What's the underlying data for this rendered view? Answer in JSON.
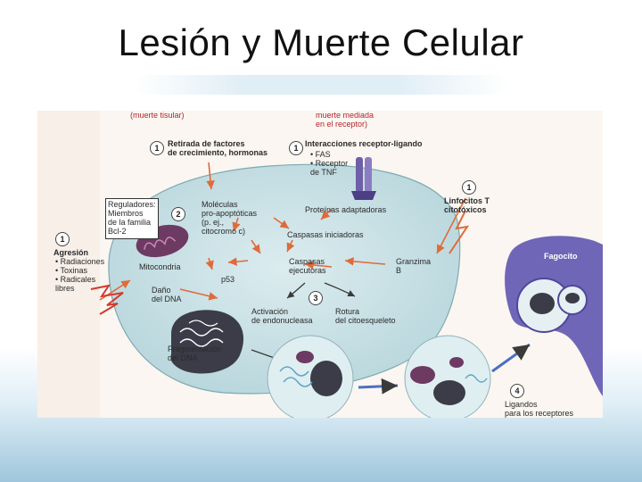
{
  "slide": {
    "title": "Lesión y Muerte Celular"
  },
  "diagram": {
    "top_left_header": "(muerte tisular)",
    "top_right_header": "muerte mediada\nen el receptor)",
    "step1_withdrawal": "Retirada de factores\nde crecimiento, hormonas",
    "step1_receptor_title": "Interacciones receptor-ligando",
    "step1_receptor_items": "• FAS\n• Receptor\n   de TNF",
    "step1_lymphocytes": "Linfocitos T\ncitotóxicos",
    "regulators": "Reguladores:\nMiembros\nde la familia\nBcl-2",
    "proapoptotic": "Moléculas\npro-apoptóticas\n(p. ej.,\ncitocromo c)",
    "adapter_proteins": "Proteínas adaptadoras",
    "initiator_caspases": "Caspasas iniciadoras",
    "mitochondria": "Mitocondria",
    "aggression_title": "Agresión",
    "aggression_items": "• Radiaciones\n• Toxinas\n• Radicales\n   libres",
    "dna_damage": "Daño\ndel DNA",
    "p53": "p53",
    "executor_caspases": "Caspasas\nejecutoras",
    "granzyme": "Granzima\nB",
    "endonuclease": "Activación\nde endonucleasa",
    "cytoskeleton": "Rotura\ndel citoesqueleto",
    "dna_fragmentation": "Fragmentación\ndel DNA",
    "phagocyte": "Fagocito",
    "receptor_ligands": "Ligandos\npara los receptores",
    "step_numbers": [
      "1",
      "1",
      "1",
      "2",
      "1",
      "3",
      "4"
    ]
  },
  "colors": {
    "cell_fill": "#c9e2e6",
    "arrow": "#e06a3a",
    "phagocyte": "#6f66b8",
    "mitochondria": "#6d3a63",
    "nucleus": "#3c3c48"
  }
}
